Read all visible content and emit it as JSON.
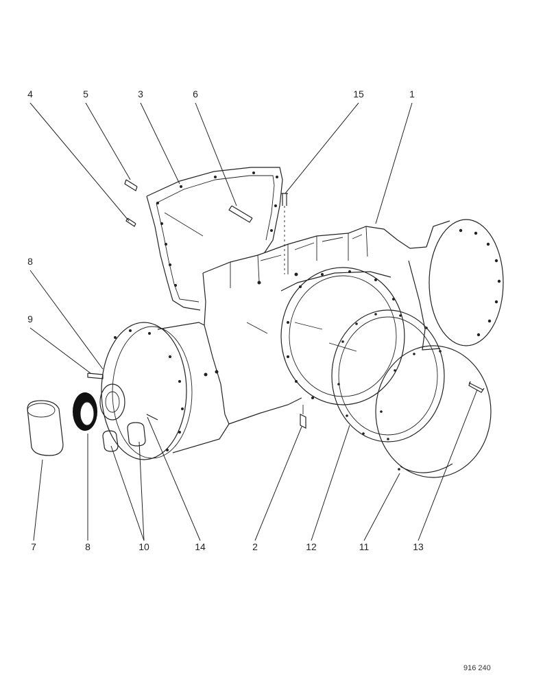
{
  "figure_code": "916 240",
  "callouts": [
    {
      "id": "4",
      "label": "4"
    },
    {
      "id": "5",
      "label": "5"
    },
    {
      "id": "3",
      "label": "3"
    },
    {
      "id": "6",
      "label": "6"
    },
    {
      "id": "15",
      "label": "15"
    },
    {
      "id": "1",
      "label": "1"
    },
    {
      "id": "8-top",
      "label": "8"
    },
    {
      "id": "9",
      "label": "9"
    },
    {
      "id": "7",
      "label": "7"
    },
    {
      "id": "8-bottom",
      "label": "8"
    },
    {
      "id": "10",
      "label": "10"
    },
    {
      "id": "14",
      "label": "14"
    },
    {
      "id": "2",
      "label": "2"
    },
    {
      "id": "12",
      "label": "12"
    },
    {
      "id": "11",
      "label": "11"
    },
    {
      "id": "13",
      "label": "13"
    }
  ]
}
